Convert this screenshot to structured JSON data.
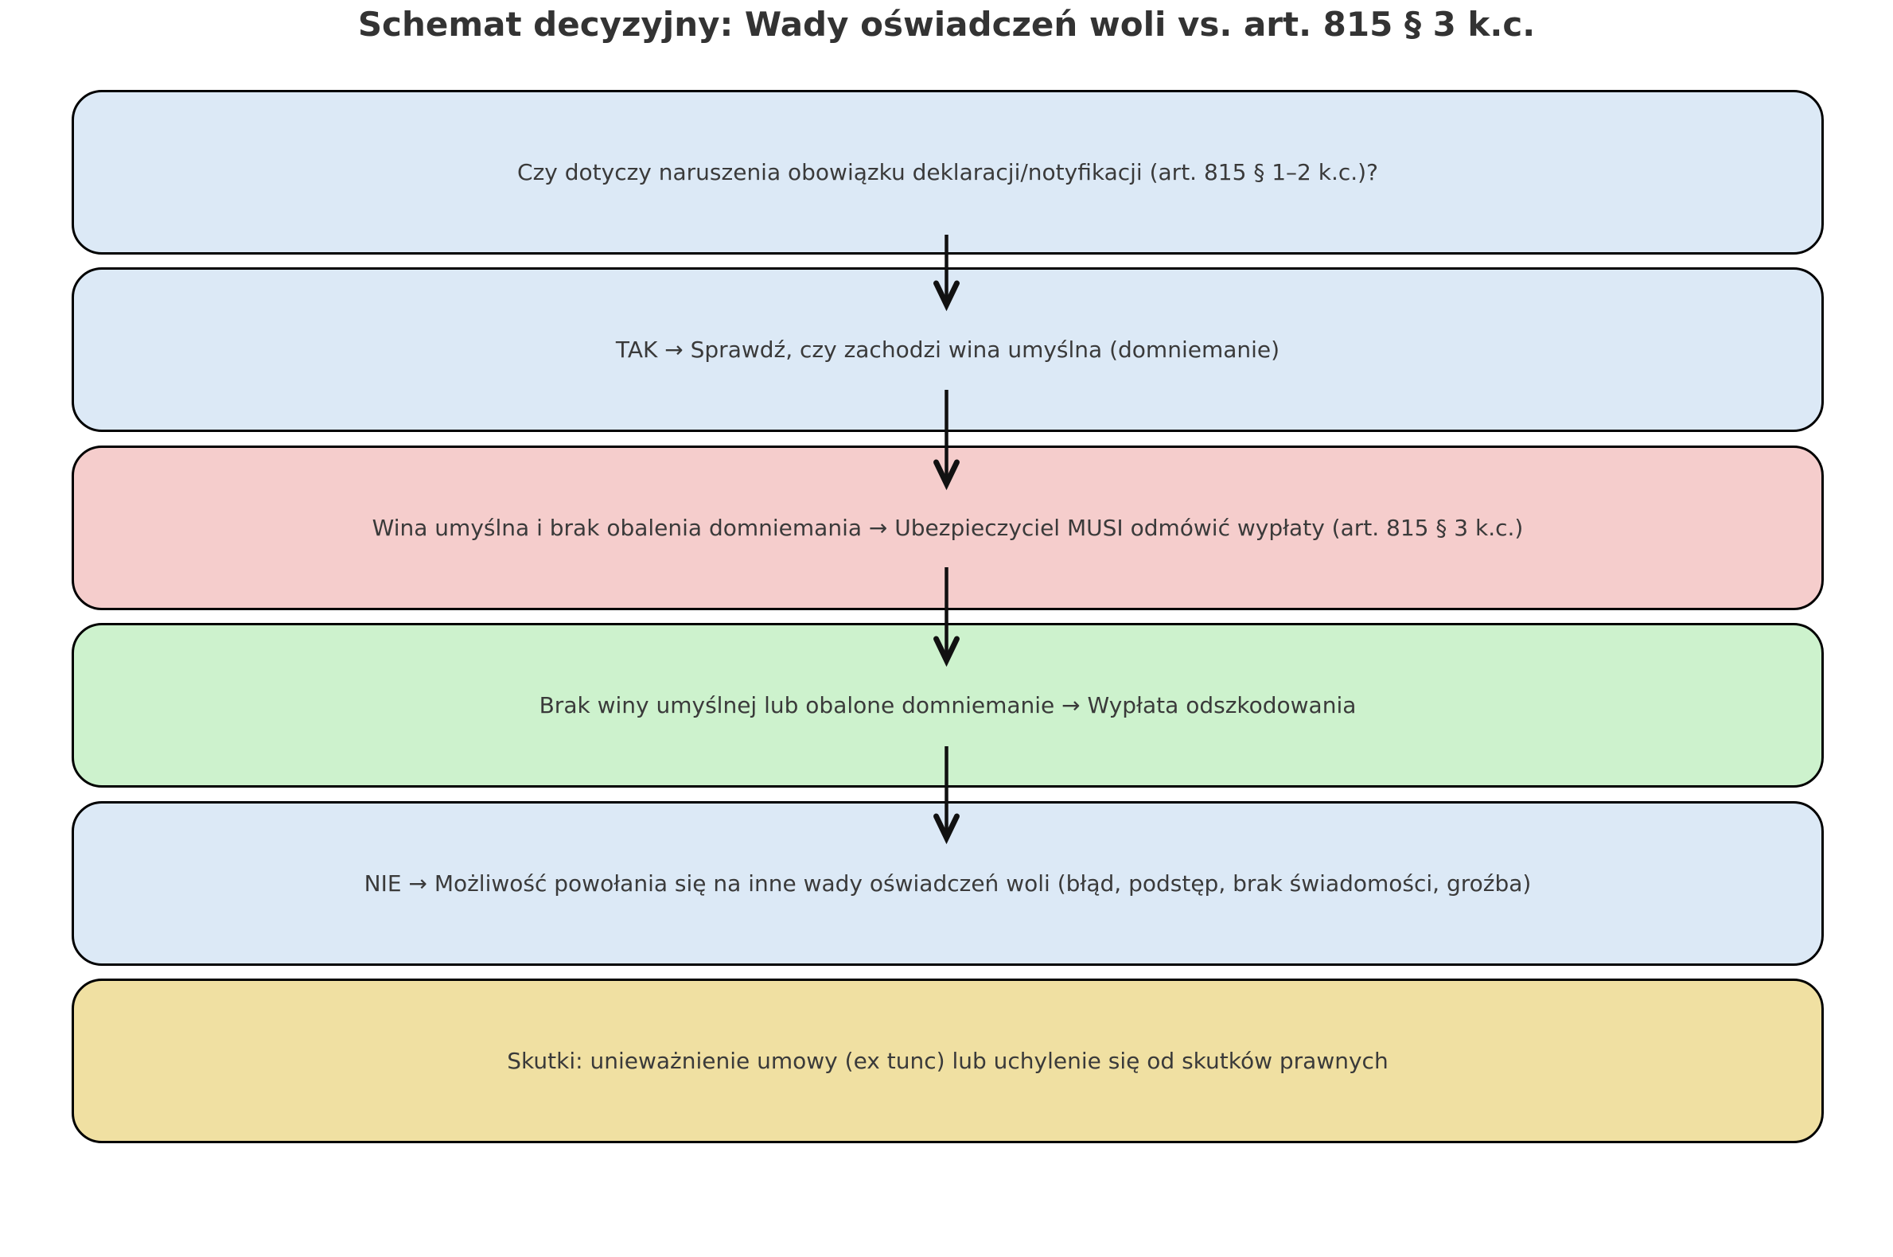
{
  "title": "Schemat decyzyjny: Wady oświadczeń woli vs. art. 815 § 3 k.c.",
  "colors": {
    "node_border": "#000000",
    "node_text": "#3a3a3a",
    "arrow": "#111111",
    "fill_blue": "#dce9f6",
    "fill_red": "#f5cdcc",
    "fill_green": "#cdf2cd",
    "fill_yellow": "#f0e0a2"
  },
  "flowchart": {
    "nodes": [
      {
        "id": "question-declaration-duty",
        "text": "Czy dotyczy naruszenia obowiązku deklaracji/notyfikacji (art. 815 § 1–2 k.c.)?",
        "fill": "#dce9f6"
      },
      {
        "id": "yes-check-intentional-fault",
        "text": "TAK → Sprawdź, czy zachodzi wina umyślna (domniemanie)",
        "fill": "#dce9f6"
      },
      {
        "id": "intentional-fault-must-refuse",
        "text": "Wina umyślna i brak obalenia domniemania → Ubezpieczyciel MUSI odmówić wypłaty (art. 815 § 3 k.c.)",
        "fill": "#f5cdcc"
      },
      {
        "id": "no-intentional-fault-payout",
        "text": "Brak winy umyślnej lub obalone domniemanie → Wypłata odszkodowania",
        "fill": "#cdf2cd"
      },
      {
        "id": "no-other-defects-of-will",
        "text": "NIE → Możliwość powołania się na inne wady oświadczeń woli (błąd, podstęp, brak świadomości, groźba)",
        "fill": "#dce9f6"
      },
      {
        "id": "effects",
        "text": "Skutki: unieważnienie umowy (ex tunc) lub uchylenie się od skutków prawnych",
        "fill": "#f0e0a2"
      }
    ]
  }
}
